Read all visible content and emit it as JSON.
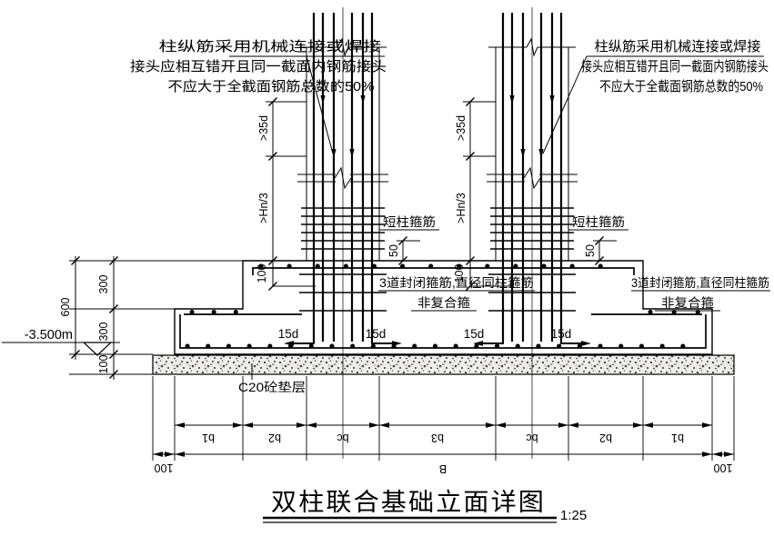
{
  "drawing": {
    "title": "双柱联合基础立面详图",
    "scale": "1:25"
  },
  "notes": {
    "splice_line1": "柱纵筋采用机械连接或焊接",
    "splice_line2": "接头应相互错开且同一截面内钢筋接头",
    "splice_line3": "不应大于全截面钢筋总数的50%"
  },
  "labels": {
    "short_column_stirrup": "短柱箍筋",
    "closed_stirrups_line1": "3道封闭箍筋,直径同柱箍筋",
    "closed_stirrups_line2": "非复合箍",
    "hook_length": "15d",
    "cushion": "C20砼垫层"
  },
  "dims": {
    "splice_stagger": ">35d",
    "column_lower": ">Hn/3",
    "cover_100": "100",
    "gap_50": "50",
    "total_height": "600",
    "step_upper": "300",
    "step_lower": "300",
    "cushion_thickness": "100",
    "overhang_100": "100"
  },
  "elevation": {
    "value": "-3.500m"
  },
  "bottom_dims": {
    "row1": [
      "b1",
      "b2",
      "bc",
      "b3",
      "bc",
      "b2",
      "b1"
    ],
    "total": "B"
  },
  "colors": {
    "line": "#000000",
    "background": "#ffffff"
  }
}
